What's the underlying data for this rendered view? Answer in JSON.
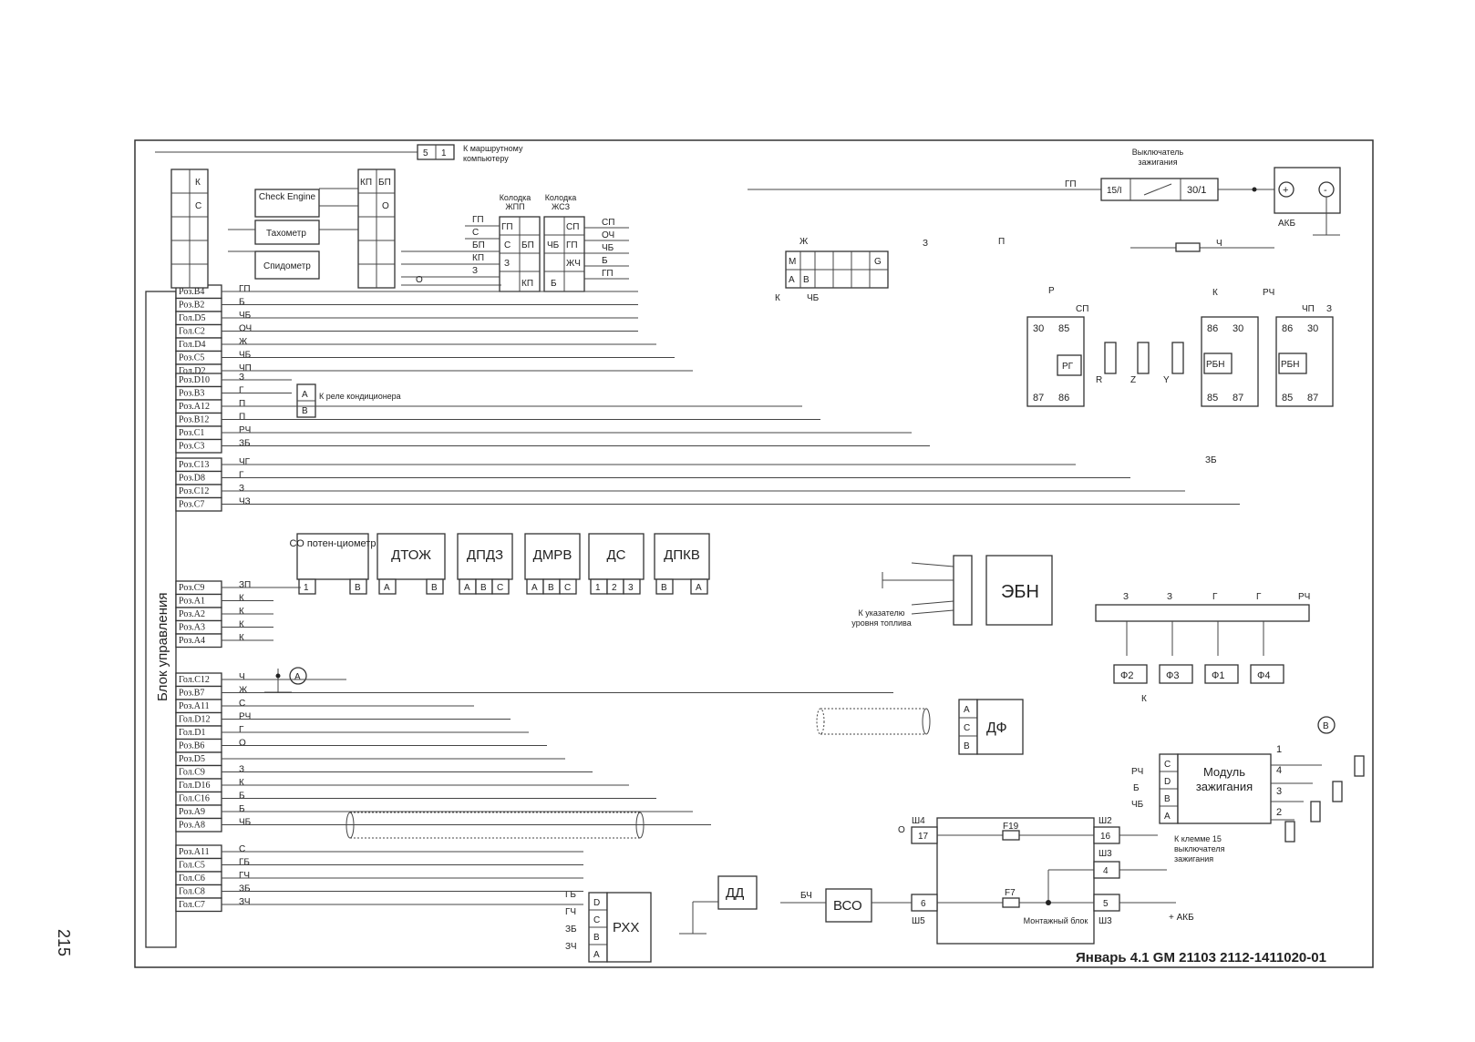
{
  "page_number": "215",
  "title": "Январь 4.1 GM 21103 2112-1411020-01",
  "ecu": {
    "label": "Блок управления",
    "pins": [
      {
        "pin": "Роз.B4",
        "wire": "ГП"
      },
      {
        "pin": "Роз.B2",
        "wire": "Б"
      },
      {
        "pin": "Гол.D5",
        "wire": "ЧБ"
      },
      {
        "pin": "Гол.C2",
        "wire": "ОЧ"
      },
      {
        "pin": "Гол.D4",
        "wire": "Ж"
      },
      {
        "pin": "Роз.C5",
        "wire": "ЧБ"
      },
      {
        "pin": "Гол.D2",
        "wire": "ЧП"
      },
      {
        "pin": "Роз.D10",
        "wire": "З"
      },
      {
        "pin": "Роз.B3",
        "wire": "Г"
      },
      {
        "pin": "Роз.A12",
        "wire": "П"
      },
      {
        "pin": "Роз.B12",
        "wire": "П"
      },
      {
        "pin": "Роз.C1",
        "wire": "РЧ"
      },
      {
        "pin": "Роз.C3",
        "wire": "ЗБ"
      },
      {
        "pin": "Роз.C13",
        "wire": "ЧГ"
      },
      {
        "pin": "Роз.D8",
        "wire": "Г"
      },
      {
        "pin": "Роз.C12",
        "wire": "З"
      },
      {
        "pin": "Роз.C7",
        "wire": "ЧЗ"
      },
      {
        "pin": "Роз.C9",
        "wire": "ЗП"
      },
      {
        "pin": "Роз.A1",
        "wire": "К"
      },
      {
        "pin": "Роз.A2",
        "wire": "К"
      },
      {
        "pin": "Роз.A3",
        "wire": "К"
      },
      {
        "pin": "Роз.A4",
        "wire": "К"
      },
      {
        "pin": "Гол.C12",
        "wire": "Ч"
      },
      {
        "pin": "Роз.B7",
        "wire": "Ж"
      },
      {
        "pin": "Роз.A11",
        "wire": "С"
      },
      {
        "pin": "Гол.D12",
        "wire": "РЧ"
      },
      {
        "pin": "Гол.D1",
        "wire": "Г"
      },
      {
        "pin": "Роз.B6",
        "wire": "О"
      },
      {
        "pin": "Роз.D5",
        "wire": ""
      },
      {
        "pin": "Гол.C9",
        "wire": "З"
      },
      {
        "pin": "Гол.D16",
        "wire": "К"
      },
      {
        "pin": "Гол.C16",
        "wire": "Б"
      },
      {
        "pin": "Роз.A9",
        "wire": "Б"
      },
      {
        "pin": "Роз.A8",
        "wire": "ЧБ"
      },
      {
        "pin": "Роз.A11",
        "wire": "С"
      },
      {
        "pin": "Гол.C5",
        "wire": "ГБ"
      },
      {
        "pin": "Гол.C6",
        "wire": "ГЧ"
      },
      {
        "pin": "Гол.C8",
        "wire": "ЗБ"
      },
      {
        "pin": "Гол.C7",
        "wire": "ЗЧ"
      }
    ]
  },
  "labels": {
    "route_computer": "К маршрутному компьютеру",
    "route_pins": [
      "5",
      "1"
    ],
    "check_engine": "Check Engine",
    "tachometer": "Тахометр",
    "speedometer": "Спидометр",
    "kolodka_zhpp": "Колодка ЖПП",
    "kolodka_zhsz": "Колодка ЖСЗ",
    "ignition_switch": "Выключатель зажигания",
    "ign_15": "15/I",
    "ign_30": "30/1",
    "akb": "АКБ",
    "ac_relay": "К реле кондиционера",
    "ebn": "ЭБН",
    "fuel_gauge": "К указателю уровня топлива",
    "df": "ДФ",
    "module_ignition": "Модуль зажигания",
    "to_terminal_15": "К клемме 15 выключателя зажигания",
    "plus_akb": "+ АКБ",
    "mount_block": "Монтажный блок",
    "vso": "ВСО",
    "dd": "ДД",
    "rxx": "РХХ",
    "ground_a": "А",
    "ground_b": "В"
  },
  "sensors": [
    {
      "name": "СО потен-циометр",
      "pins": [
        "1",
        "В"
      ]
    },
    {
      "name": "ДТОЖ",
      "pins": [
        "А",
        "В"
      ]
    },
    {
      "name": "ДПДЗ",
      "pins": [
        "А",
        "В",
        "С"
      ]
    },
    {
      "name": "ДМРВ",
      "pins": [
        "А",
        "В",
        "С"
      ]
    },
    {
      "name": "ДС",
      "pins": [
        "1",
        "2",
        "3"
      ]
    },
    {
      "name": "ДПКВ",
      "pins": [
        "В",
        "А"
      ]
    }
  ],
  "relays": [
    {
      "name": "РГ",
      "pins": [
        "30",
        "85",
        "87",
        "86"
      ]
    },
    {
      "name": "РБН",
      "pins": [
        "86",
        "30",
        "85",
        "87"
      ]
    },
    {
      "name": "РБН",
      "pins": [
        "86",
        "30",
        "85",
        "87"
      ]
    }
  ],
  "fuses_small": [
    "R",
    "Z",
    "Y"
  ],
  "mount_fuses": [
    "F19",
    "F7"
  ],
  "mount_pins": [
    "17",
    "16",
    "4",
    "6",
    "5"
  ],
  "mount_wires": [
    "Ш4",
    "Ш2",
    "Ш3",
    "Ш5",
    "Ш3"
  ],
  "injectors": [
    "Ф2",
    "Ф3",
    "Ф1",
    "Ф4"
  ],
  "injector_wires": [
    "З",
    "З",
    "Г",
    "Г",
    "РЧ"
  ],
  "ignition_outputs": [
    "1",
    "4",
    "3",
    "2"
  ],
  "ignition_pins": [
    "С",
    "D",
    "В",
    "А"
  ],
  "ignition_wires": [
    "РЧ",
    "Б",
    "ЧБ"
  ],
  "rxx_pins": [
    "D",
    "C",
    "B",
    "A"
  ],
  "rxx_wires": [
    "ГБ",
    "ГЧ",
    "ЗБ",
    "ЗЧ"
  ],
  "df_pins": [
    "А",
    "С",
    "В"
  ],
  "diag_connector": [
    "М",
    "А",
    "В",
    "G"
  ],
  "diag_wires": [
    "Ж",
    "З",
    "К",
    "ЧБ"
  ],
  "zhpp_pins": [
    "ГП",
    "С",
    "З",
    "БП",
    "КП"
  ],
  "zhpp_wires": [
    "ГП",
    "С",
    "БП",
    "КП",
    "З",
    "О"
  ],
  "zhsz_pins": [
    "СП",
    "ЧБ",
    "ГП",
    "ЖЧ",
    "Б"
  ],
  "zhsz_wires": [
    "СП",
    "ОЧ",
    "ЧБ",
    "Б",
    "ГП"
  ],
  "misc_wires": {
    "ch": "Ч",
    "gp": "ГП",
    "p": "П",
    "sp": "СП",
    "r": "Р",
    "k": "К",
    "rch": "РЧ",
    "chp": "ЧП",
    "z": "З",
    "zb": "ЗБ",
    "bch": "БЧ",
    "o": "О",
    "s": "С",
    "k2": "К",
    "ch2": "Ч",
    "z2": "З"
  },
  "instrument_pins_left": [
    "К",
    "С"
  ],
  "instrument_pins_right": [
    "КП",
    "БП",
    "О"
  ]
}
